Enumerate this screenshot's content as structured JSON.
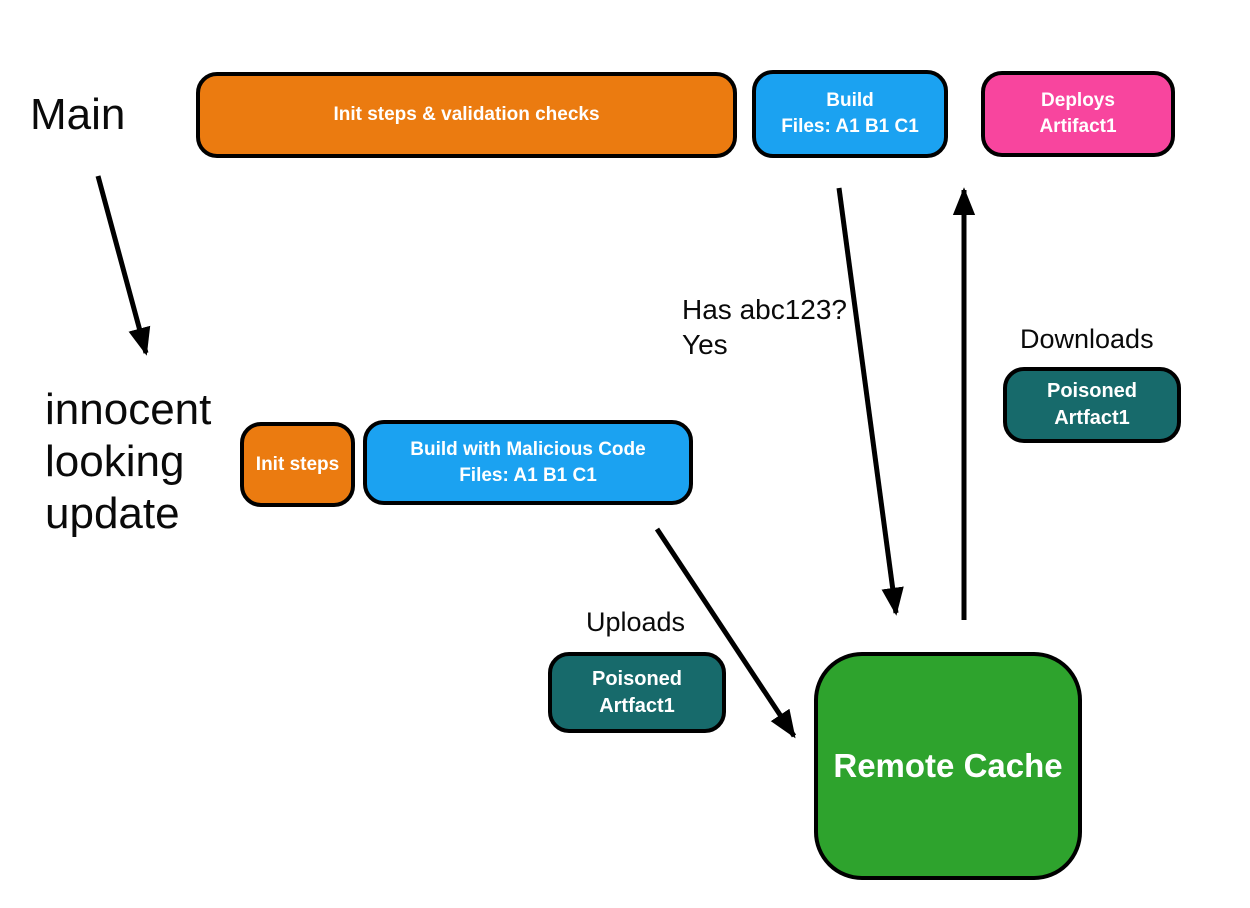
{
  "colors": {
    "orange": "#EB7B10",
    "blue": "#1BA2F1",
    "pink": "#F8459E",
    "teal": "#176A6B",
    "green": "#2EA32D",
    "border": "#000000",
    "node_text": "#FFFFFF",
    "label_text": "#0A0A0A"
  },
  "labels": {
    "main": "Main",
    "innocent_update": "innocent\nlooking\nupdate",
    "has_hash": "Has abc123?\nYes",
    "downloads": "Downloads",
    "uploads": "Uploads"
  },
  "nodes": {
    "init_validation": {
      "label": "Init steps & validation checks",
      "color": "#EB7B10"
    },
    "build": {
      "label": "Build\nFiles: A1 B1 C1",
      "color": "#1BA2F1"
    },
    "deploys": {
      "label": "Deploys\nArtifact1",
      "color": "#F8459E"
    },
    "init_steps": {
      "label": "Init steps",
      "color": "#EB7B10"
    },
    "build_malicious": {
      "label": "Build with Malicious Code\nFiles: A1 B1 C1",
      "color": "#1BA2F1"
    },
    "poisoned_artifact_upload": {
      "label": "Poisoned\nArtfact1",
      "color": "#176A6B"
    },
    "poisoned_artifact_download": {
      "label": "Poisoned\nArtfact1",
      "color": "#176A6B"
    },
    "remote_cache": {
      "label": "Remote Cache",
      "color": "#2EA32D"
    }
  },
  "edges": [
    {
      "from": "main",
      "to": "innocent_update",
      "label": ""
    },
    {
      "from": "build",
      "to": "remote_cache",
      "label": "Has abc123? Yes"
    },
    {
      "from": "remote_cache",
      "to": "deploys",
      "label": "Downloads"
    },
    {
      "from": "build_malicious",
      "to": "remote_cache",
      "label": "Uploads"
    }
  ]
}
